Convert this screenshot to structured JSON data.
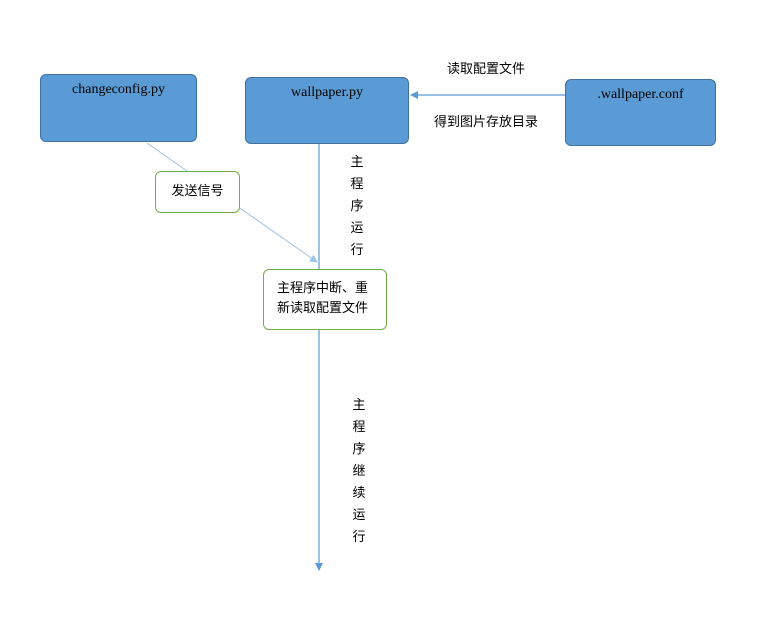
{
  "nodes": {
    "changeconfig": "changeconfig.py",
    "wallpaper_py": "wallpaper.py",
    "wallpaper_conf": ".wallpaper.conf"
  },
  "notes": {
    "send_signal": "发送信号",
    "interrupt_reload": "主程序中断、重新读取配置文件"
  },
  "edge_labels": {
    "read_config": "读取配置文件",
    "get_image_dir": "得到图片存放目录",
    "main_running": "主程序运行",
    "main_continue": "主程序继续运行"
  },
  "colors": {
    "box_fill": "#5b9bd5",
    "box_border": "#41719c",
    "note_border": "#70ad47",
    "arrow": "#5b9bd5",
    "signal_line": "#9dc3e6"
  }
}
